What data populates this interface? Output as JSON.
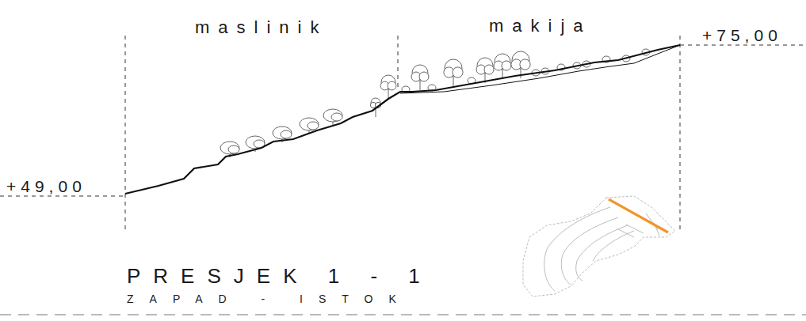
{
  "diagram": {
    "title": "PRESJEK 1 - 1",
    "caption": "ZAPAD - ISTOK",
    "labels": [
      "maslinik",
      "makija",
      "+75,00",
      "+49,00"
    ]
  }
}
